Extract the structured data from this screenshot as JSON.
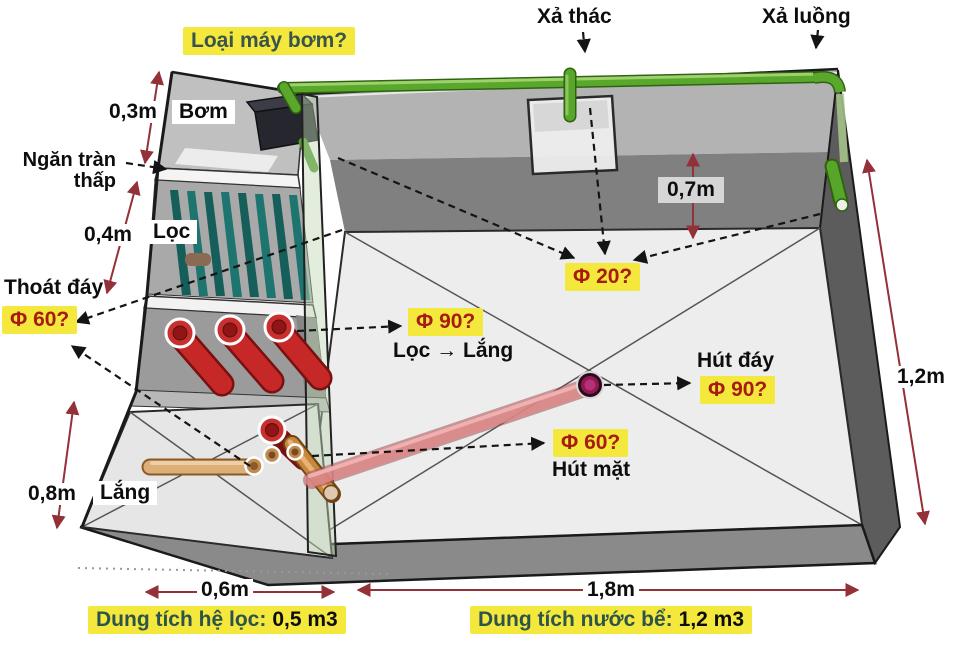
{
  "diagram": {
    "pump_type_question": "Loại máy bơm?",
    "waterfall_outlet": "Xả thác",
    "jet_outlet": "Xả luồng",
    "pump": "Bơm",
    "low_overflow_line1": "Ngăn tràn",
    "low_overflow_line2": "thấp",
    "filter": "Lọc",
    "bottom_drain": "Thoát đáy",
    "settling": "Lắng",
    "filter_to_settling": "Lọc → Lắng",
    "bottom_suction": "Hút đáy",
    "surface_suction": "Hút mặt"
  },
  "pipe_sizes": {
    "bottom_drain": "Φ 60?",
    "filter_to_settling": "Φ 90?",
    "top_return": "Φ 20?",
    "bottom_suction": "Φ 90?",
    "surface_suction": "Φ 60?"
  },
  "dimensions": {
    "pump_chamber_height": "0,3m",
    "filter_chamber_height": "0,4m",
    "settling_chamber_height": "0,8m",
    "freeboard_depth": "0,7m",
    "tank_height": "1,2m",
    "filter_width": "0,6m",
    "tank_width": "1,8m"
  },
  "volumes": {
    "filter": {
      "label": "Dung tích hệ lọc:",
      "value": "0,5 m3"
    },
    "tank": {
      "label": "Dung tích nước bể:",
      "value": "1,2 m3"
    }
  },
  "colors": {
    "highlight_yellow": "#f4e83c",
    "question_red": "#a61c12",
    "teal_text": "#39544e",
    "dimension_red": "#943038",
    "pipe_green": "#5aa82b",
    "pipe_red": "#c62828",
    "pipe_pink": "#de8a8a",
    "pipe_orange": "#c9873c",
    "filter_plate_teal": "#1e7570"
  }
}
